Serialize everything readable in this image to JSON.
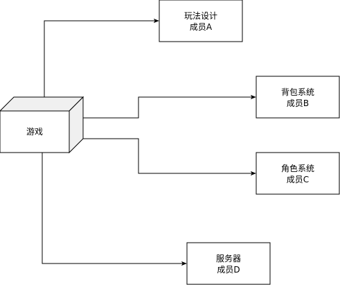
{
  "diagram": {
    "root": {
      "label": "游戏"
    },
    "nodes": [
      {
        "id": "gameplay",
        "line1": "玩法设计",
        "line2": "成员A"
      },
      {
        "id": "inventory",
        "line1": "背包系统",
        "line2": "成员B"
      },
      {
        "id": "character",
        "line1": "角色系统",
        "line2": "成员C"
      },
      {
        "id": "server",
        "line1": "服务器",
        "line2": "成员D"
      }
    ],
    "edges": [
      {
        "from": "root",
        "to": "gameplay"
      },
      {
        "from": "root",
        "to": "inventory"
      },
      {
        "from": "root",
        "to": "character"
      },
      {
        "from": "root",
        "to": "server"
      }
    ],
    "colors": {
      "stroke": "#000000",
      "cube_face": "#ffffff",
      "cube_side": "#f0f0f0",
      "box_fill": "#ffffff"
    }
  }
}
